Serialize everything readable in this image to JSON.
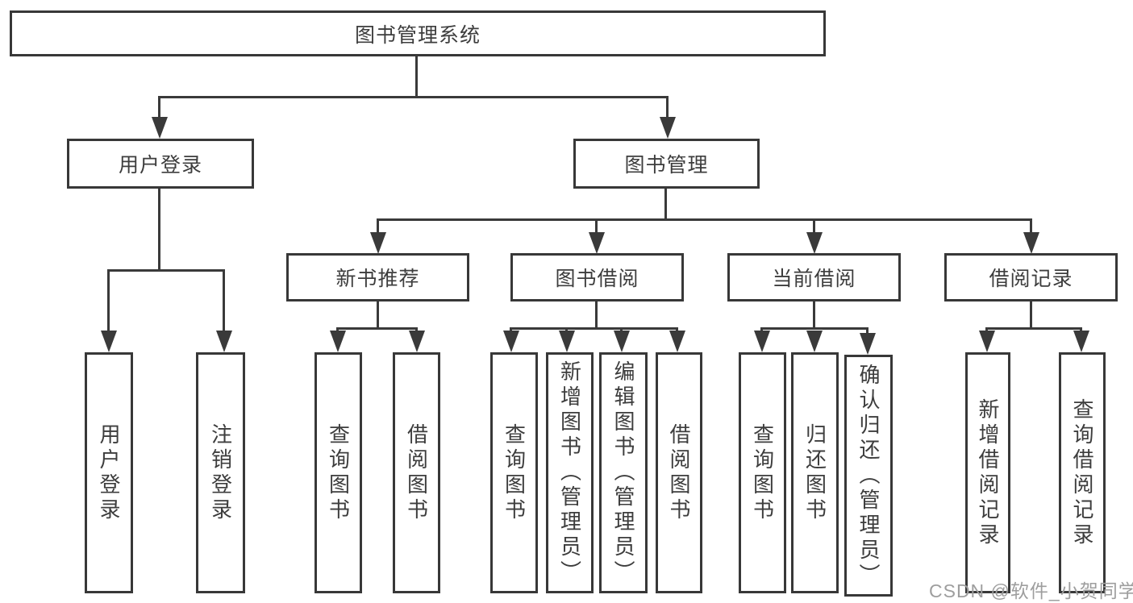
{
  "diagram": {
    "root": {
      "label": "图书管理系统"
    },
    "branches": [
      {
        "label": "用户登录",
        "children": [
          {
            "label": "用户登录"
          },
          {
            "label": "注销登录"
          }
        ]
      },
      {
        "label": "图书管理",
        "groups": [
          {
            "label": "新书推荐",
            "children": [
              {
                "label": "查询图书"
              },
              {
                "label": "借阅图书"
              }
            ]
          },
          {
            "label": "图书借阅",
            "children": [
              {
                "label": "查询图书"
              },
              {
                "label": "新增图书（管理员）"
              },
              {
                "label": "编辑图书（管理员）"
              },
              {
                "label": "借阅图书"
              }
            ]
          },
          {
            "label": "当前借阅",
            "children": [
              {
                "label": "查询图书"
              },
              {
                "label": "归还图书"
              },
              {
                "label": "确认归还（管理员）"
              }
            ]
          },
          {
            "label": "借阅记录",
            "children": [
              {
                "label": "新增借阅记录"
              },
              {
                "label": "查询借阅记录"
              }
            ]
          }
        ]
      }
    ]
  },
  "watermark": {
    "text": "CSDN @软件_小贺同学"
  },
  "colors": {
    "line": "#3a3a3a",
    "box_border": "#383838",
    "text": "#3d3d3d",
    "watermark": "#9e9e9e",
    "background": "#ffffff"
  }
}
